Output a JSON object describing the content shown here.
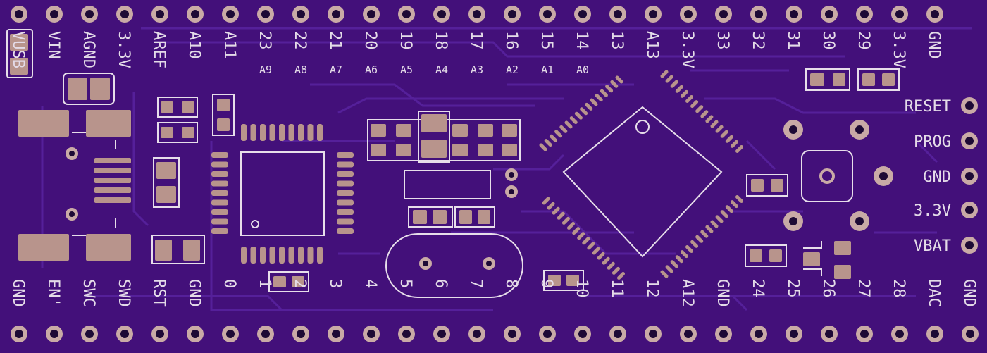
{
  "board": {
    "colors": {
      "substrate": "#43107a",
      "trace": "#55209a",
      "silk": "#e7deea",
      "copper": "#b8948c",
      "pin_ring": "#c9aaa6",
      "hole": "#1d0a35"
    }
  },
  "top_pins": [
    {
      "label": "VUSB",
      "sub": ""
    },
    {
      "label": "VIN",
      "sub": ""
    },
    {
      "label": "AGND",
      "sub": ""
    },
    {
      "label": "3.3V",
      "sub": ""
    },
    {
      "label": "AREF",
      "sub": ""
    },
    {
      "label": "A10",
      "sub": ""
    },
    {
      "label": "A11",
      "sub": ""
    },
    {
      "label": "23",
      "sub": "A9"
    },
    {
      "label": "22",
      "sub": "A8"
    },
    {
      "label": "21",
      "sub": "A7"
    },
    {
      "label": "20",
      "sub": "A6"
    },
    {
      "label": "19",
      "sub": "A5"
    },
    {
      "label": "18",
      "sub": "A4"
    },
    {
      "label": "17",
      "sub": "A3"
    },
    {
      "label": "16",
      "sub": "A2"
    },
    {
      "label": "15",
      "sub": "A1"
    },
    {
      "label": "14",
      "sub": "A0"
    },
    {
      "label": "13",
      "sub": ""
    },
    {
      "label": "A13",
      "sub": ""
    },
    {
      "label": "3.3V",
      "sub": ""
    },
    {
      "label": "33",
      "sub": ""
    },
    {
      "label": "32",
      "sub": ""
    },
    {
      "label": "31",
      "sub": ""
    },
    {
      "label": "30",
      "sub": ""
    },
    {
      "label": "29",
      "sub": ""
    },
    {
      "label": "3.3V",
      "sub": ""
    },
    {
      "label": "GND",
      "sub": ""
    }
  ],
  "bottom_pins": [
    {
      "label": "GND"
    },
    {
      "label": "EN'"
    },
    {
      "label": "SWC"
    },
    {
      "label": "SWD"
    },
    {
      "label": "RST"
    },
    {
      "label": "GND"
    },
    {
      "label": "0"
    },
    {
      "label": "1"
    },
    {
      "label": "2"
    },
    {
      "label": "3"
    },
    {
      "label": "4"
    },
    {
      "label": "5"
    },
    {
      "label": "6"
    },
    {
      "label": "7"
    },
    {
      "label": "8"
    },
    {
      "label": "9"
    },
    {
      "label": "10"
    },
    {
      "label": "11"
    },
    {
      "label": "12"
    },
    {
      "label": "A12"
    },
    {
      "label": "GND"
    },
    {
      "label": "24"
    },
    {
      "label": "25"
    },
    {
      "label": "26"
    },
    {
      "label": "27"
    },
    {
      "label": "28"
    },
    {
      "label": "DAC"
    },
    {
      "label": "GND"
    }
  ],
  "right_pins": [
    {
      "label": "RESET"
    },
    {
      "label": "PROG"
    },
    {
      "label": "GND"
    },
    {
      "label": "3.3V"
    },
    {
      "label": "VBAT"
    }
  ]
}
